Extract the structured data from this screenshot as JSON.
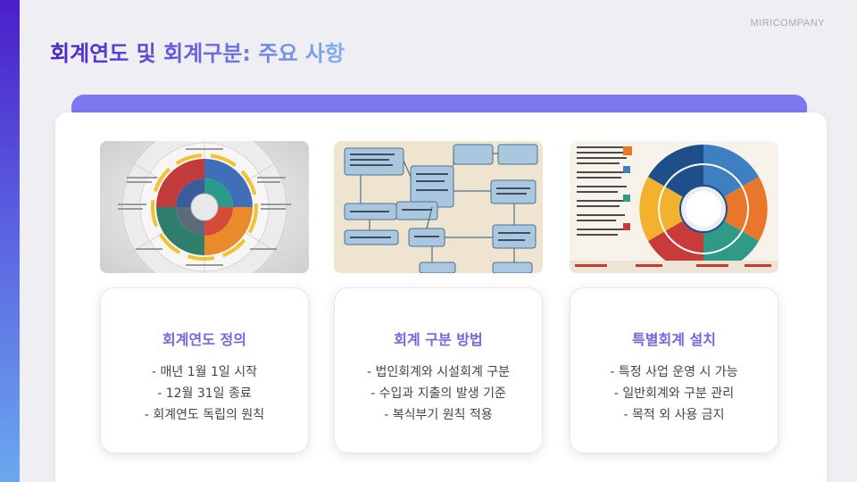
{
  "brand": "MIRICOMPANY",
  "title": "회계연도 및 회계구분: 주요 사항",
  "cards": [
    {
      "title": "회계연도 정의",
      "lines": [
        "- 매년 1월 1일 시작",
        "- 12월 31일 종료",
        "- 회계연도 독립의 원칙"
      ]
    },
    {
      "title": "회계 구분 방법",
      "lines": [
        "- 법인회계와 시설회계 구분",
        "- 수입과 지출의 발생 기준",
        "- 복식부기 원칙 적용"
      ]
    },
    {
      "title": "특별회계 설치",
      "lines": [
        "- 특정 사업 운영 시 가능",
        "- 일반회계와 구분 관리",
        "- 목적 외 사용 금지"
      ]
    }
  ],
  "colors": {
    "accent": "#7d78ee",
    "card_title": "#7b63e0",
    "sidebar_top": "#4a1fc9",
    "sidebar_bottom": "#6aa8ee"
  }
}
